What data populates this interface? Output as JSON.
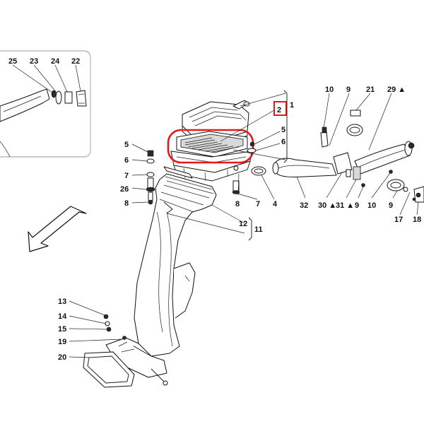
{
  "diagram": {
    "highlight_color": "#e11a1a",
    "highlighted_part": "2",
    "inset_callouts": [
      "25",
      "23",
      "24",
      "22"
    ],
    "callouts": {
      "c1": "1",
      "c2": "2",
      "c5a": "5",
      "c6a": "6",
      "c5b": "5",
      "c6b": "6",
      "c7a": "7",
      "c26": "26",
      "c8a": "8",
      "c8b": "8",
      "c7b": "7",
      "c4": "4",
      "c12": "12",
      "c11": "11",
      "c13": "13",
      "c14": "14",
      "c15": "15",
      "c19": "19",
      "c20": "20",
      "c10a": "10",
      "c9a": "9",
      "c21": "21",
      "c29": "29 ▲",
      "c32": "32",
      "c30": "30 ▲",
      "c31": "31 ▲",
      "c9b": "9",
      "c10b": "10",
      "c9c": "9",
      "c17": "17",
      "c18": "18"
    },
    "arrow_direction": "front-left"
  }
}
